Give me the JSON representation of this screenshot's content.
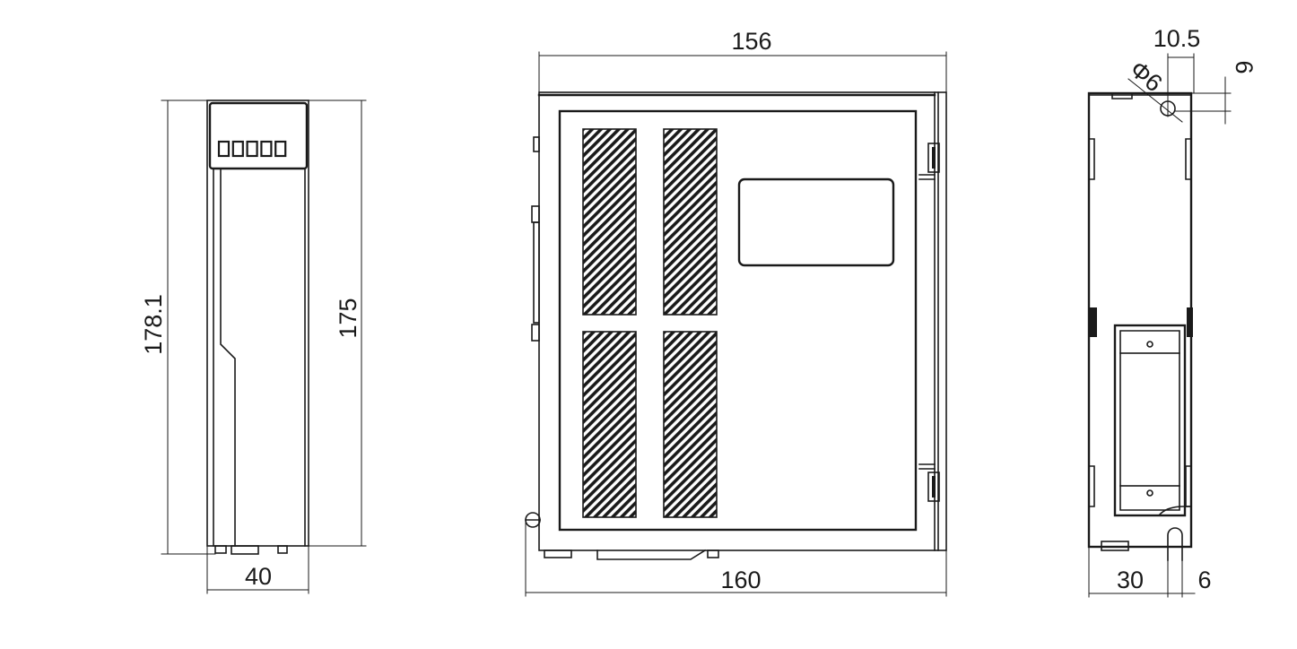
{
  "dimensions": {
    "side_height_overall": "178.1",
    "side_height_body": "175",
    "side_width": "40",
    "front_width_top": "156",
    "front_width_bottom": "160",
    "right_top_offset": "10.5",
    "right_hole_diameter": "Φ6",
    "right_hole_vertical": "6",
    "right_depth": "30",
    "right_rail": "6"
  },
  "display_digit_count": 5,
  "colors": {
    "line": "#1a1a1a",
    "background": "#ffffff"
  }
}
